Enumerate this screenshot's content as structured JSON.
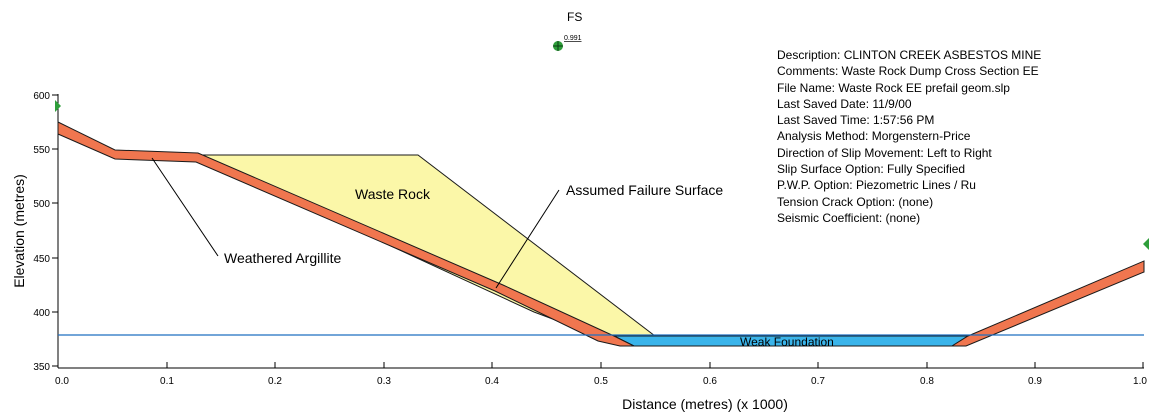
{
  "fs": {
    "label": "FS",
    "value": "0.991"
  },
  "axes": {
    "ylabel": "Elevation (metres)",
    "xlabel": "Distance (metres) (x 1000)",
    "xticks": [
      "0.0",
      "0.1",
      "0.2",
      "0.3",
      "0.4",
      "0.5",
      "0.6",
      "0.7",
      "0.8",
      "0.9",
      "1.0"
    ],
    "yticks": [
      "600",
      "550",
      "500",
      "450",
      "400",
      "350"
    ]
  },
  "labels": {
    "waste_rock": "Waste Rock",
    "assumed_failure": "Assumed Failure Surface",
    "weathered_argillite": "Weathered Argillite",
    "weak_foundation": "Weak Foundation"
  },
  "info": [
    "Description: CLINTON CREEK ASBESTOS MINE",
    "Comments: Waste Rock Dump Cross Section EE",
    "File Name: Waste Rock EE prefail geom.slp",
    "Last Saved Date: 11/9/00",
    "Last Saved Time: 1:57:56 PM",
    "Analysis Method: Morgenstern-Price",
    "Direction of Slip Movement: Left to Right",
    "Slip Surface Option: Fully Specified",
    "P.W.P. Option: Piezometric Lines / Ru",
    "Tension Crack Option: (none)",
    "Seismic Coefficient: (none)"
  ],
  "colors": {
    "waste_rock": "#fbf7a8",
    "argillite": "#f0764f",
    "foundation": "#3ab4ea",
    "water": "#1f6fc0",
    "marker": "#2e9e3a"
  }
}
